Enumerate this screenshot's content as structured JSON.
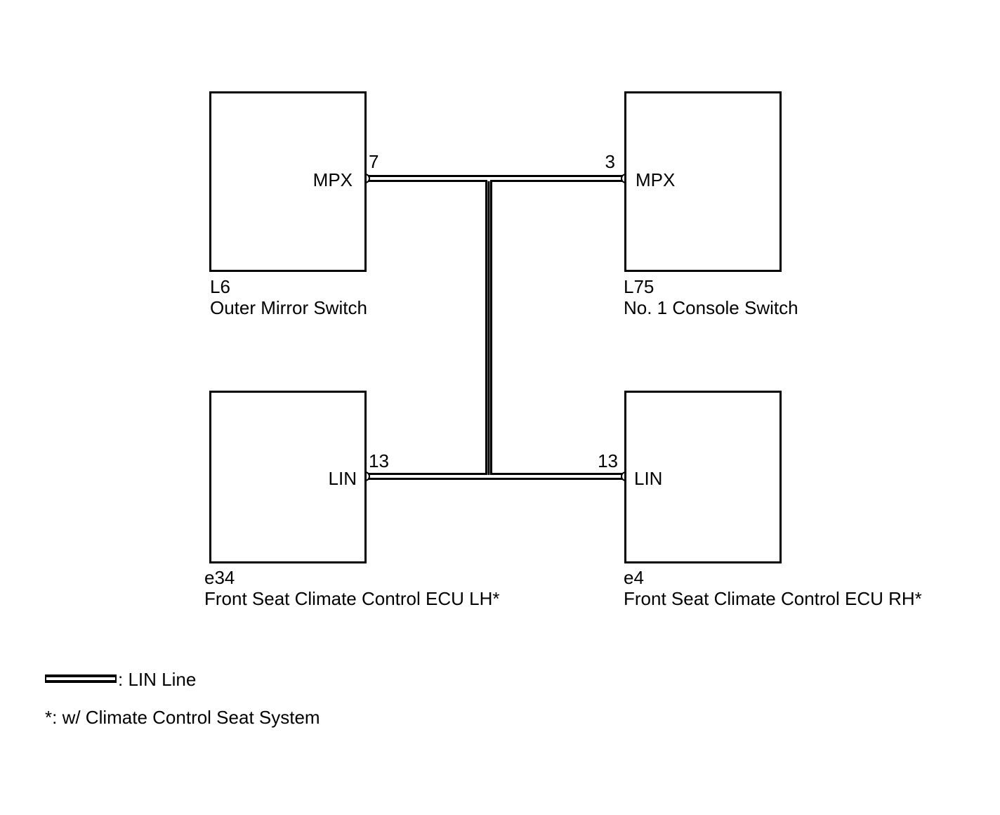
{
  "components": {
    "l6": {
      "code": "L6",
      "name": "Outer Mirror Switch",
      "pin_number": "7",
      "pin_name": "MPX"
    },
    "l75": {
      "code": "L75",
      "name": "No. 1 Console Switch",
      "pin_number": "3",
      "pin_name": "MPX"
    },
    "e34": {
      "code": "e34",
      "name": "Front Seat Climate Control ECU LH*",
      "pin_number": "13",
      "pin_name": "LIN"
    },
    "e4": {
      "code": "e4",
      "name": "Front Seat Climate Control ECU RH*",
      "pin_number": "13",
      "pin_name": "LIN"
    }
  },
  "legend": {
    "line_label": ": LIN Line",
    "note": "*: w/ Climate Control Seat System"
  }
}
